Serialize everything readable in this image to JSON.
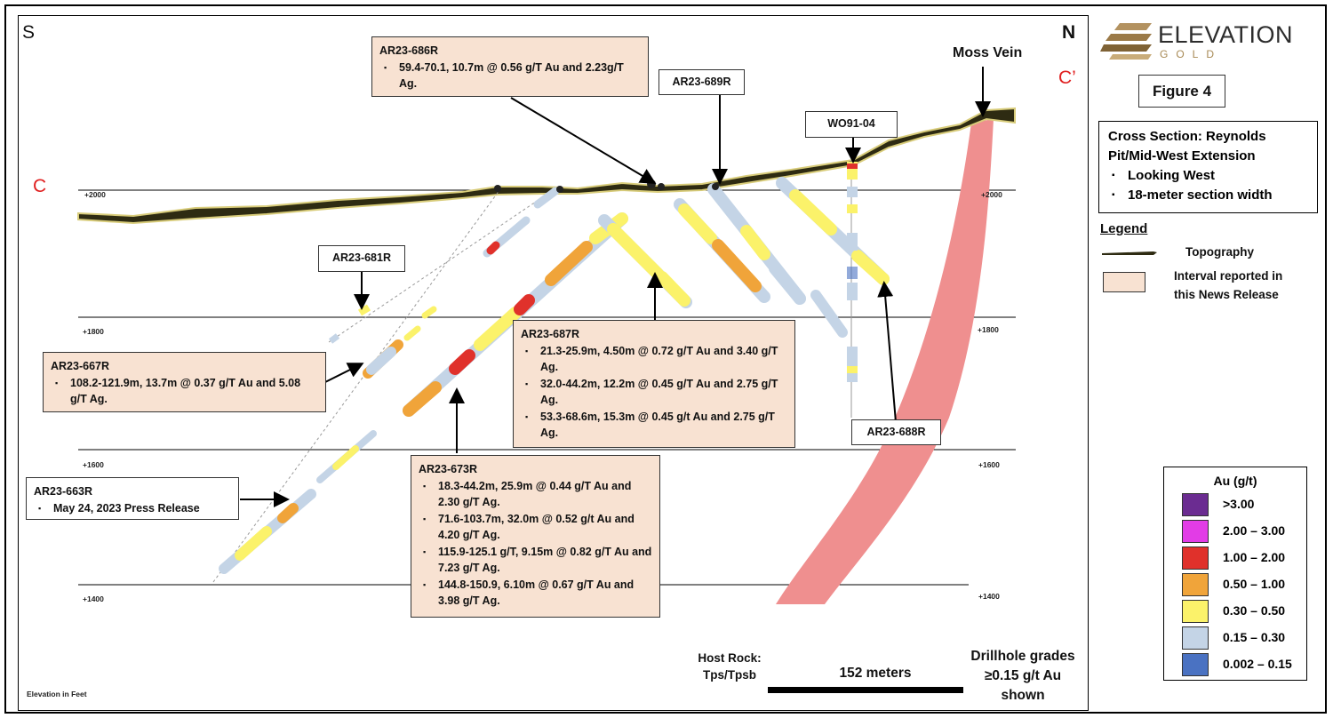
{
  "compass": {
    "south": "S",
    "north": "N"
  },
  "section_labels": {
    "left": "C",
    "right": "C’"
  },
  "elevations": {
    "left": [
      "+2000",
      "+1800",
      "+1600",
      "+1400"
    ],
    "right": [
      "+2000",
      "+1800",
      "+1600",
      "+1400"
    ],
    "units_note": "Elevation in Feet"
  },
  "moss_vein": "Moss Vein",
  "holes": {
    "ar686": {
      "title": "AR23-686R",
      "items": [
        "59.4-70.1, 10.7m @ 0.56 g/T Au and 2.23g/T Ag."
      ]
    },
    "ar689": {
      "title": "AR23-689R"
    },
    "wo91": {
      "title": "WO91-04"
    },
    "ar681": {
      "title": "AR23-681R"
    },
    "ar667": {
      "title": "AR23-667R",
      "items": [
        "108.2-121.9m, 13.7m @ 0.37 g/T Au and 5.08 g/T Ag."
      ]
    },
    "ar687": {
      "title": "AR23-687R",
      "items": [
        "21.3-25.9m, 4.50m @ 0.72 g/T Au and 3.40 g/T Ag.",
        "32.0-44.2m, 12.2m @ 0.45 g/T Au and 2.75 g/T Ag.",
        "53.3-68.6m, 15.3m @ 0.45 g/t Au and 2.75 g/T Ag."
      ]
    },
    "ar688": {
      "title": "AR23-688R"
    },
    "ar663": {
      "title": "AR23-663R",
      "items": [
        "May 24, 2023 Press Release"
      ]
    },
    "ar673": {
      "title": "AR23-673R",
      "items": [
        "18.3-44.2m, 25.9m @ 0.44 g/T Au and 2.30 g/T Ag.",
        "71.6-103.7m, 32.0m @ 0.52 g/t Au and 4.20 g/T Ag.",
        "115.9-125.1 g/T, 9.15m @ 0.82 g/T Au and 7.23 g/T Ag.",
        "144.8-150.9, 6.10m @ 0.67 g/T Au and 3.98 g/T Ag."
      ]
    }
  },
  "footer": {
    "host_rock": [
      "Host Rock:",
      "Tps/Tpsb"
    ],
    "scale": "152 meters",
    "grades_note": [
      "Drillhole grades",
      "≥0.15 g/t Au",
      "shown"
    ]
  },
  "logo": {
    "word1": "ELEVATION",
    "word2": "GOLD"
  },
  "figure_label": "Figure 4",
  "cross_section": {
    "title": "Cross Section: Reynolds Pit/Mid-West Extension",
    "bullets": [
      "Looking West",
      "18-meter section width"
    ]
  },
  "legend": {
    "title": "Legend",
    "topography": "Topography",
    "interval": "Interval reported in this News Release"
  },
  "au_scale": {
    "title": "Au (g/t)",
    "bins": [
      {
        "label": ">3.00",
        "color": "#6b2c91"
      },
      {
        "label": "2.00 – 3.00",
        "color": "#e23ce6"
      },
      {
        "label": "1.00 – 2.00",
        "color": "#e0312b"
      },
      {
        "label": "0.50 – 1.00",
        "color": "#f0a43a"
      },
      {
        "label": "0.30 – 0.50",
        "color": "#fbf26a"
      },
      {
        "label": "0.15 – 0.30",
        "color": "#c4d4e6"
      },
      {
        "label": "0.002 – 0.15",
        "color": "#4a72c2"
      }
    ]
  },
  "colors": {
    "interval_fill": "#f8e2d2",
    "vein": "#ef8f8f",
    "topo_dark": "#2e2b12",
    "topo_light": "#d8cc7a",
    "section_letter": "#e02020"
  }
}
